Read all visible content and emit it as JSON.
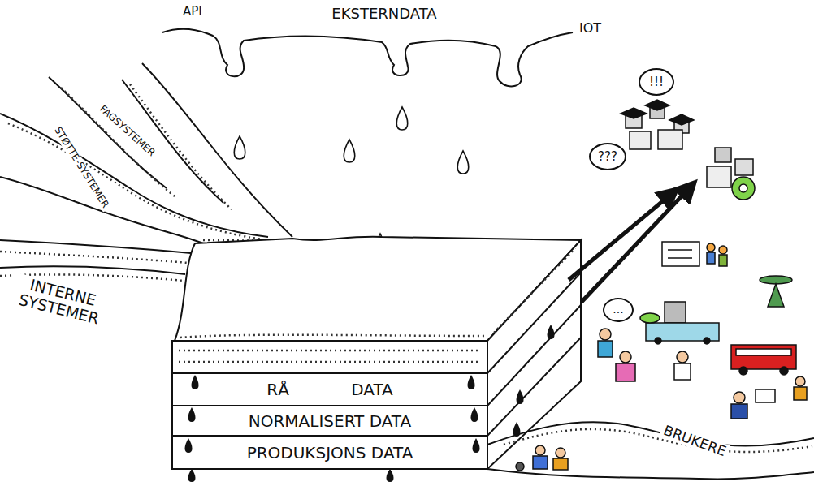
{
  "diagram": {
    "nodes": [
      {
        "text": [
          "EKSTERNDATA"
        ]
      },
      {
        "text": [
          "RÅ DATA"
        ]
      },
      {
        "text": [
          "NORMALISERT DATA"
        ]
      },
      {
        "text": [
          "PRODUKSJONS DATA"
        ]
      },
      {
        "text": [
          "!!!"
        ]
      },
      {
        "text": [
          "???"
        ]
      },
      {
        "text": [
          "..."
        ]
      }
    ],
    "labels": [
      "API",
      "IOT",
      "FAGSYSTEMER",
      "STØTTE-SYSTEMER",
      "INTERNE SYSTEMER",
      "BRUKERE"
    ]
  }
}
